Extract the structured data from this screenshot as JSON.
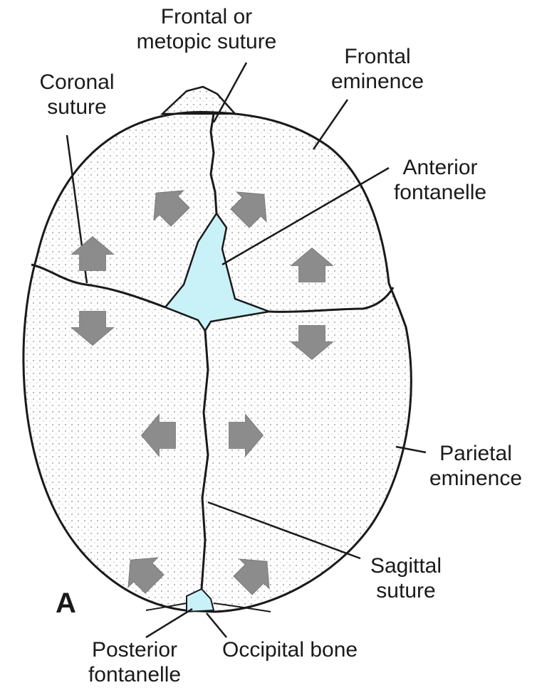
{
  "panel_letter": "A",
  "labels": {
    "frontal_suture": [
      "Frontal or",
      "metopic suture"
    ],
    "frontal_eminence": [
      "Frontal",
      "eminence"
    ],
    "coronal_suture": [
      "Coronal",
      "suture"
    ],
    "anterior_fontanelle": [
      "Anterior",
      "fontanelle"
    ],
    "parietal_eminence": [
      "Parietal",
      "eminence"
    ],
    "sagittal_suture": [
      "Sagittal",
      "suture"
    ],
    "posterior_fontanelle": [
      "Posterior",
      "fontanelle"
    ],
    "occipital_bone": [
      "Occipital bone"
    ]
  },
  "colors": {
    "fontanelle_fill": "#c9f1f8",
    "arrow_fill": "#8c8c8c",
    "outline": "#1a1a1a"
  }
}
